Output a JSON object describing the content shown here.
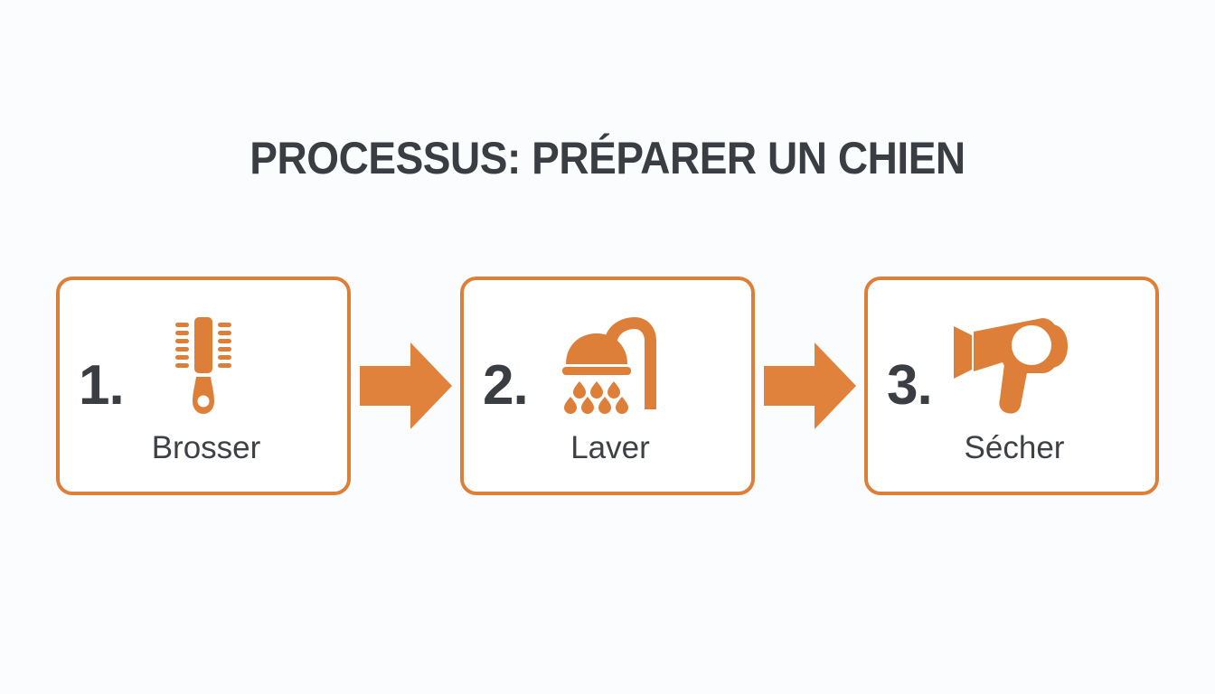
{
  "page": {
    "background_color": "#fbfcfd",
    "accent_color": "#dd7f39",
    "text_color": "#3a3e43"
  },
  "header": {
    "title": "PROCESSUS: PRÉPARER UN CHIEN"
  },
  "process": {
    "steps": [
      {
        "number": "1.",
        "label": "Brosser",
        "icon": "hair-brush-icon"
      },
      {
        "number": "2.",
        "label": "Laver",
        "icon": "shower-head-icon"
      },
      {
        "number": "3.",
        "label": "Sécher",
        "icon": "hair-dryer-icon"
      }
    ],
    "connectors": [
      {
        "icon": "arrow-right-icon"
      },
      {
        "icon": "arrow-right-icon"
      }
    ]
  }
}
